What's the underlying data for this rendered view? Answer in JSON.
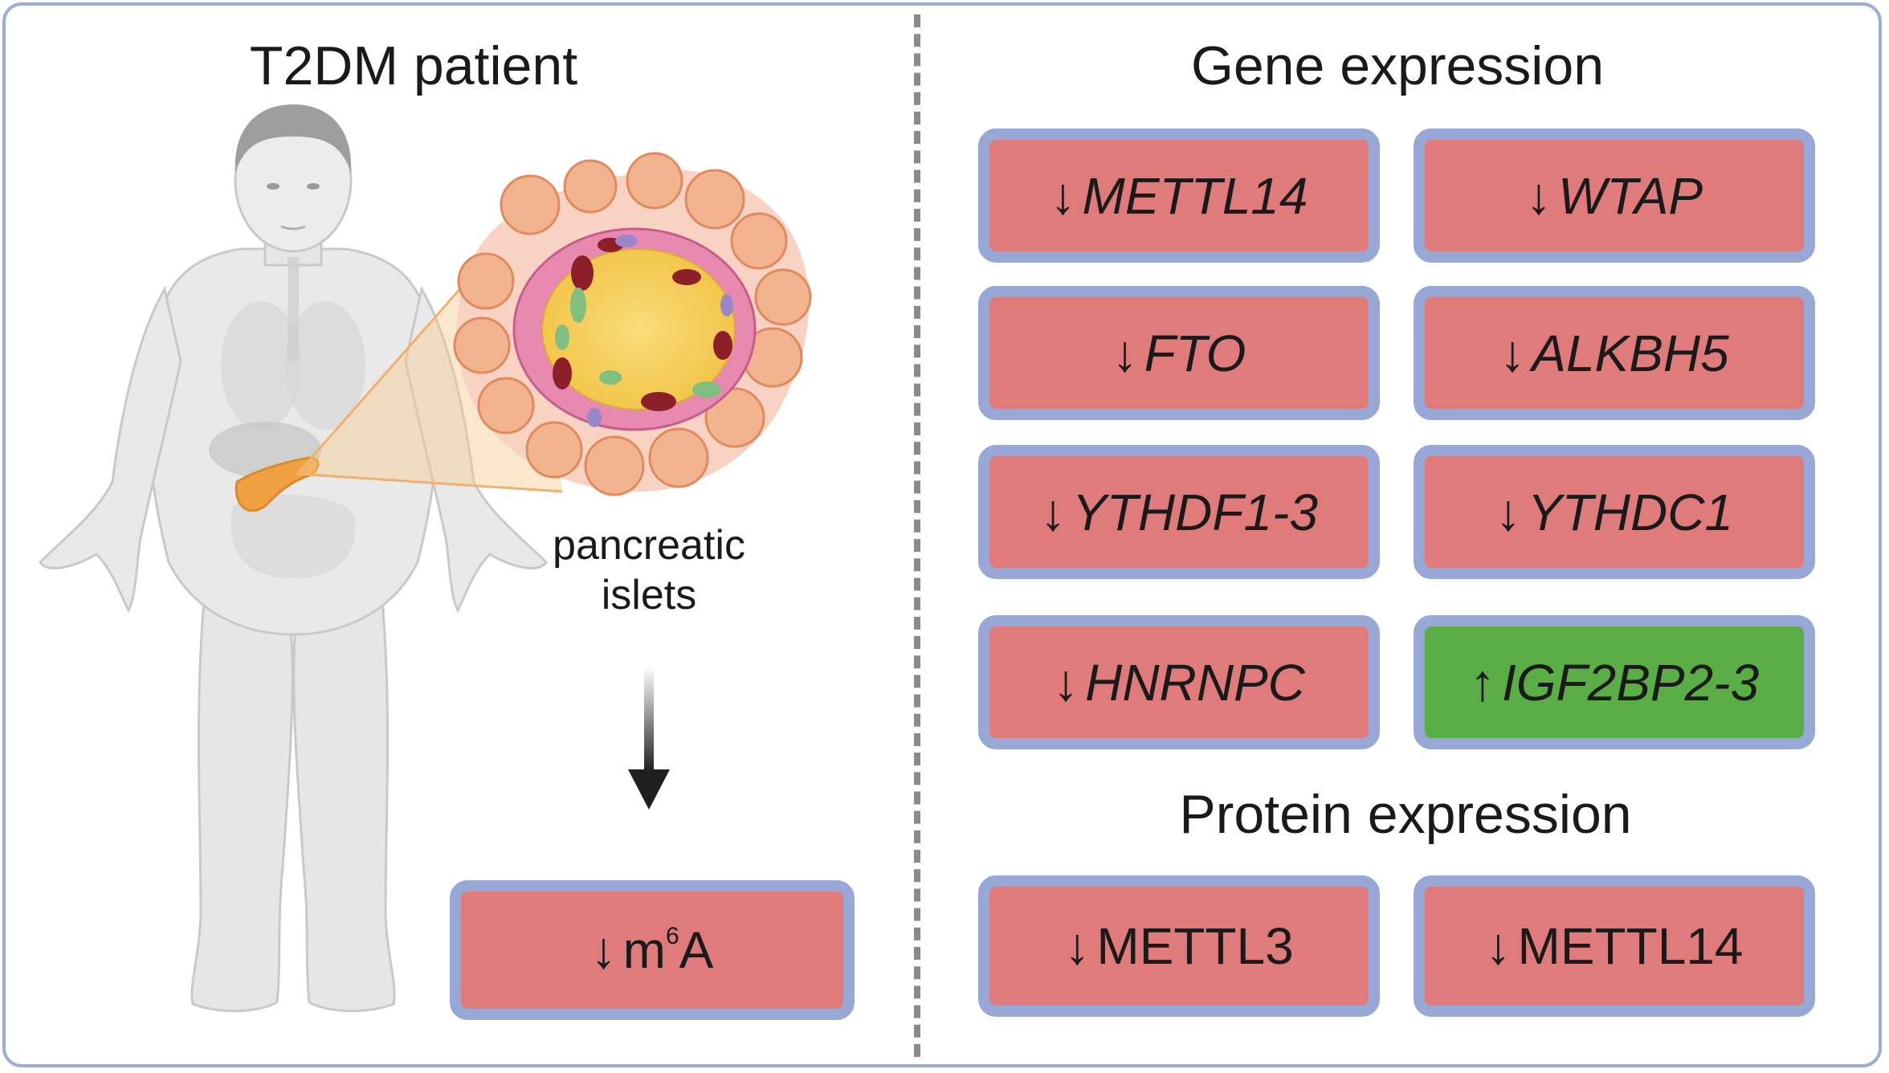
{
  "left": {
    "title": "T2DM patient",
    "islet_label_line1": "pancreatic",
    "islet_label_line2": "islets",
    "result": {
      "arrow": "↓",
      "prefix": "m",
      "superscript": "6",
      "suffix": "A"
    }
  },
  "right": {
    "gene_title": "Gene expression",
    "genes": [
      {
        "arrow": "↓",
        "name": "METTL14",
        "direction": "down"
      },
      {
        "arrow": "↓",
        "name": "WTAP",
        "direction": "down"
      },
      {
        "arrow": "↓",
        "name": "FTO",
        "direction": "down"
      },
      {
        "arrow": "↓",
        "name": "ALKBH5",
        "direction": "down"
      },
      {
        "arrow": "↓",
        "name": "YTHDF1-3",
        "direction": "down"
      },
      {
        "arrow": "↓",
        "name": "YTHDC1",
        "direction": "down"
      },
      {
        "arrow": "↓",
        "name": "HNRNPC",
        "direction": "down"
      },
      {
        "arrow": "↑",
        "name": "IGF2BP2-3",
        "direction": "up"
      }
    ],
    "protein_title": "Protein expression",
    "proteins": [
      {
        "arrow": "↓",
        "name": "METTL3",
        "direction": "down"
      },
      {
        "arrow": "↓",
        "name": "METTL14",
        "direction": "down"
      }
    ]
  },
  "colors": {
    "down_fill": "#e07b7b",
    "up_fill": "#5aae45",
    "box_border": "#97a8d6",
    "frame_border": "#9aaed6",
    "body_fill": "#e9e9e9",
    "pancreas": "#f0a040",
    "islet_core": "#f6d26a"
  }
}
